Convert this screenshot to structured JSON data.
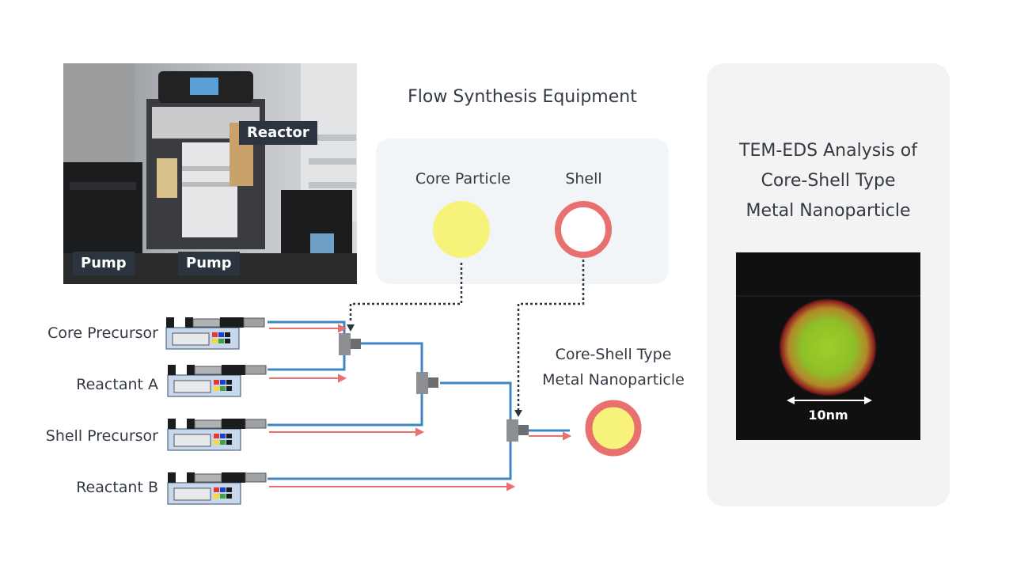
{
  "photo": {
    "labels": {
      "reactor": "Reactor",
      "pump_left": "Pump",
      "pump_center": "Pump"
    }
  },
  "equipment_title": "Flow Synthesis Equipment",
  "particles": {
    "core_label": "Core Particle",
    "shell_label": "Shell",
    "core_color": "#f7f27a",
    "shell_color": "#e8716f"
  },
  "pumps": [
    {
      "label": "Core Precursor"
    },
    {
      "label": "Reactant A"
    },
    {
      "label": "Shell Precursor"
    },
    {
      "label": "Reactant B"
    }
  ],
  "result": {
    "line1": "Core-Shell Type",
    "line2": "Metal Nanoparticle"
  },
  "tem": {
    "title_line1": "TEM-EDS Analysis of",
    "title_line2": "Core-Shell Type",
    "title_line3": "Metal Nanoparticle",
    "scale_label": "10nm"
  },
  "colors": {
    "tube_blue": "#3d85c6",
    "flow_red": "#e8716f",
    "dots": "#2c3440"
  }
}
